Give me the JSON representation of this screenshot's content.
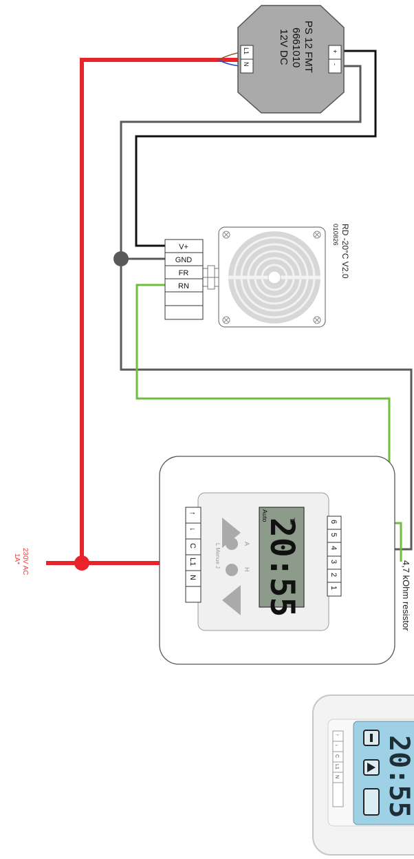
{
  "colors": {
    "mains": "#e8232a",
    "mains_text": "#e83c3c",
    "signal": "#6cbf3c",
    "ground": "#595959",
    "supply": "#111111",
    "psu_body": "#aaaaaa",
    "lcd": "#8d9b8a",
    "lcd_photo": "#9ed0e6"
  },
  "mains": {
    "voltage": "230V AC",
    "fuse": "1A*"
  },
  "psu": {
    "model": "PS 12 FMT",
    "part": "6661010",
    "output": "12V DC",
    "terminals_in": [
      "L1",
      "N"
    ],
    "terminals_out": [
      "+",
      "-"
    ]
  },
  "sensor": {
    "name": "RD -20°C V2.0",
    "part": "010826",
    "terminals": [
      "V+",
      "GND",
      "FR",
      "RN",
      ""
    ]
  },
  "thermostat": {
    "time": "20:55",
    "day": "Tu",
    "mode": "Auto",
    "button_labels": [
      "A",
      "H"
    ],
    "menu_label": "L Menue J",
    "left_terminals": [
      "↑",
      "↓",
      "C",
      "L1",
      "N",
      ""
    ],
    "right_terminals": [
      "6",
      "5",
      "4",
      "3",
      "2",
      "1"
    ]
  },
  "resistor": {
    "label": "4,7 kOhm resistor"
  },
  "photo": {
    "time": "20:55",
    "terminals": [
      "↑",
      "↓",
      "C",
      "L1",
      "N"
    ]
  }
}
